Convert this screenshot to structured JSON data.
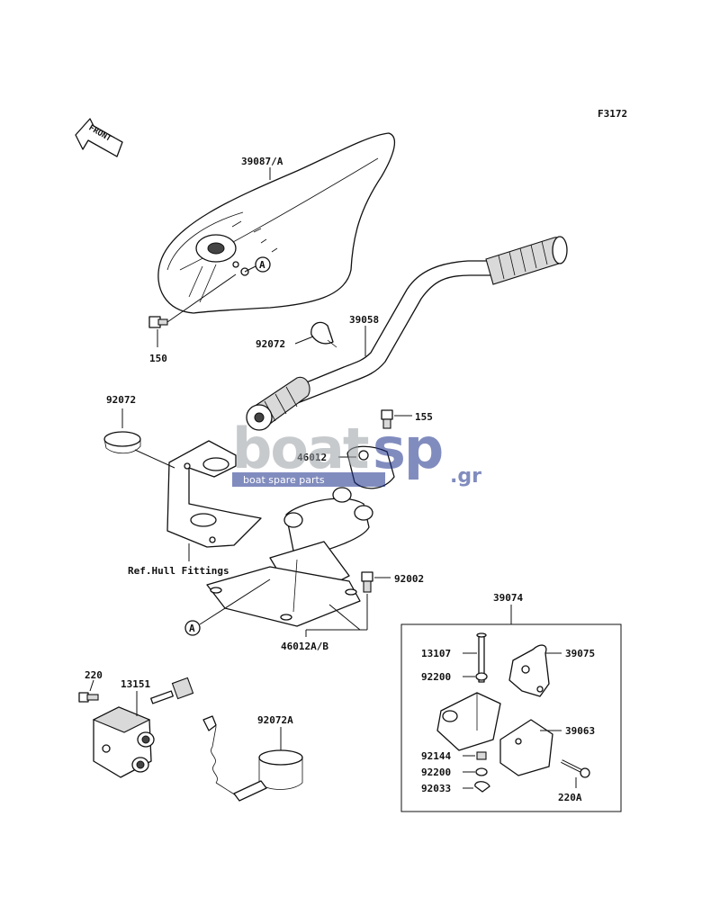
{
  "diagram": {
    "code": "F3172",
    "front_label": "FRONT",
    "callout_a": "A",
    "parts": {
      "cover": "39087/A",
      "handlebar": "39058",
      "band_top": "92072",
      "bolt_150": "150",
      "band_left": "92072",
      "bolt_155": "155",
      "holder_upper": "46012",
      "ref_hull": "Ref.Hull Fittings",
      "bolt_92002": "92002",
      "holder_lower": "46012A/B",
      "lever_assy": "39074",
      "pin": "13107",
      "lever": "39075",
      "washer_1": "92200",
      "case": "39063",
      "spring": "92144",
      "washer_2": "92200",
      "clip": "92033",
      "bolt_220a": "220A",
      "bolt_220": "220",
      "switch": "13151",
      "band_cord": "92072A"
    }
  },
  "watermark": {
    "brand_1": "boat",
    "brand_2": "sp",
    "tld": ".gr",
    "tagline": "boat spare parts"
  }
}
